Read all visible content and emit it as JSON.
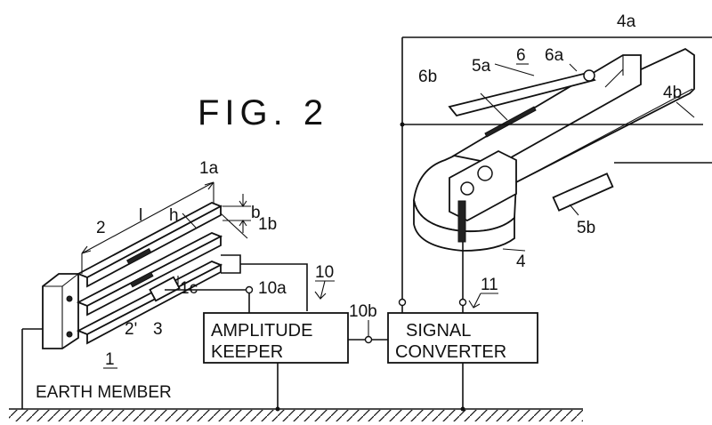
{
  "figure": {
    "title": "FIG. 2"
  },
  "blocks": {
    "amplitude_keeper": {
      "line1": "AMPLITUDE",
      "line2": "KEEPER"
    },
    "signal_converter": {
      "line1": "SIGNAL",
      "line2": "CONVERTER"
    }
  },
  "earth": {
    "label": "EARTH MEMBER"
  },
  "refs": {
    "r1a": "1a",
    "r1b": "1b",
    "r1c": "1c",
    "r1": "1",
    "r2": "2",
    "r2p": "2'",
    "r3": "3",
    "rl": "l",
    "rh": "h",
    "rb": "b",
    "r10": "10",
    "r10a": "10a",
    "r10b": "10b",
    "r11": "11",
    "r4": "4",
    "r4a": "4a",
    "r4b": "4b",
    "r5a": "5a",
    "r5b": "5b",
    "r6": "6",
    "r6a": "6a",
    "r6b": "6b"
  }
}
